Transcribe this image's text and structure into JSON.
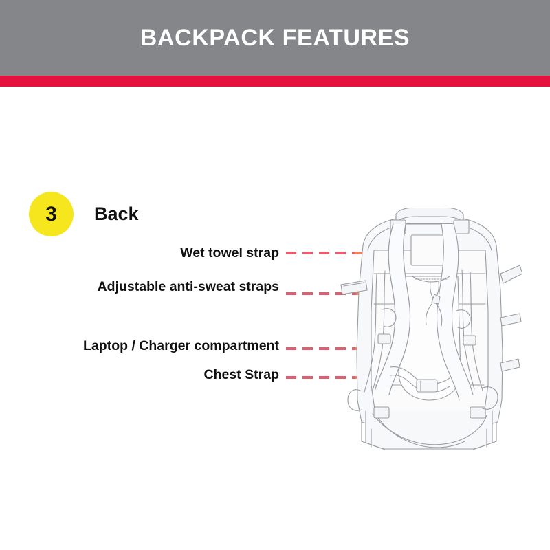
{
  "header": {
    "title": "BACKPACK FEATURES",
    "background_color": "#85868a",
    "title_color": "#ffffff",
    "accent_bar_color": "#e4123c"
  },
  "section": {
    "badge_number": "3",
    "badge_color": "#f5e61e",
    "title": "Back"
  },
  "callouts": [
    {
      "label": "Wet towel strap"
    },
    {
      "label": "Adjustable anti-sweat straps"
    },
    {
      "label": "Laptop / Charger compartment"
    },
    {
      "label": "Chest Strap"
    }
  ],
  "illustration": {
    "name": "backpack-back-view-line-drawing",
    "line_color": "#9a9ca3",
    "fill_color": "#f7f8f9",
    "marker_dot_color": "#e01b1b",
    "leader_line_color_outer": "#e06070",
    "leader_line_color_inner": "#ef8060"
  },
  "page": {
    "background_color": "#ffffff"
  }
}
